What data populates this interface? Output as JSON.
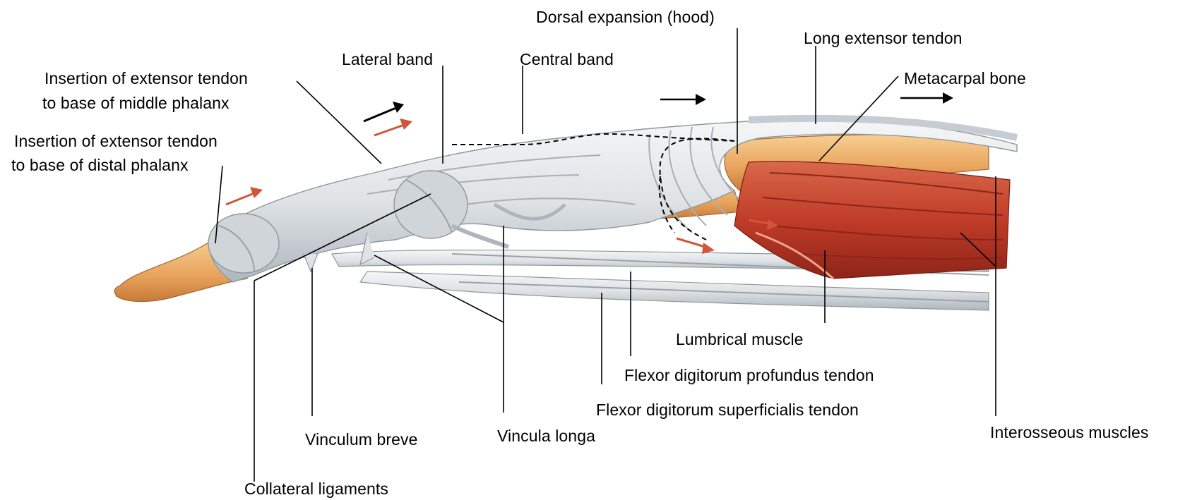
{
  "labels": {
    "dorsal_expansion": "Dorsal expansion (hood)",
    "long_extensor": "Long extensor tendon",
    "metacarpal": "Metacarpal bone",
    "lateral_band": "Lateral band",
    "central_band": "Central band",
    "insertion_middle_1": "Insertion of extensor tendon",
    "insertion_middle_2": "to base of middle phalanx",
    "insertion_distal_1": "Insertion of extensor tendon",
    "insertion_distal_2": "to base of distal phalanx",
    "lumbrical": "Lumbrical muscle",
    "fdp": "Flexor digitorum profundus tendon",
    "fds": "Flexor digitorum superficialis tendon",
    "interosseous": "Interosseous muscles",
    "vinculum_breve": "Vinculum breve",
    "vincula_longa": "Vincula longa",
    "collateral": "Collateral ligaments"
  },
  "colors": {
    "bone": "#e8a25a",
    "bone_light": "#f4c27f",
    "tendon": "#dfe3e6",
    "tendon_shade": "#b9c0c6",
    "muscle": "#c9442e",
    "muscle_dark": "#9c2a1c",
    "arrow_red": "#d2553a",
    "leader": "#000000"
  }
}
